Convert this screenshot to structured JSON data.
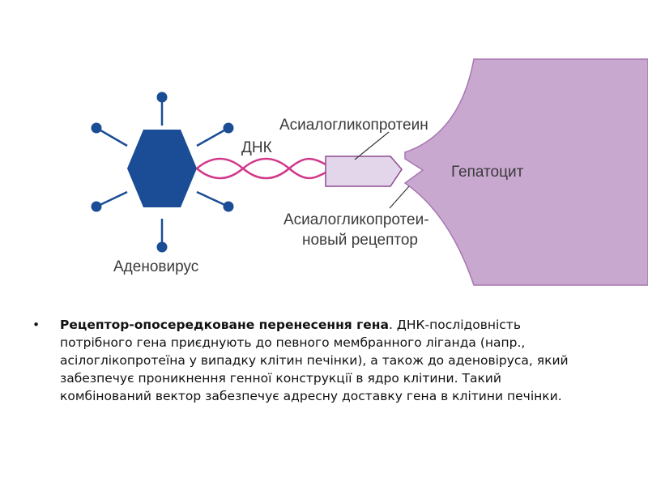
{
  "diagram": {
    "labels": {
      "adenovirus": "Аденовирус",
      "dna": "ДНК",
      "asialoglycoprotein": "Асиалогликопротеин",
      "hepatocyte": "Гепатоцит",
      "receptor_line1": "Асиалогликопротеи-",
      "receptor_line2": "новый рецептор"
    },
    "colors": {
      "adenovirus": "#1a4d95",
      "dna_strand": "#d2388a",
      "protein_fill": "#e4d6ea",
      "protein_stroke": "#8d4a90",
      "hepatocyte_fill": "#c9a8d0",
      "hepatocyte_stroke": "#a776b1"
    },
    "icons": [
      "adenovirus-hexagon-icon",
      "dna-double-helix-icon",
      "ligand-arrow-icon",
      "receptor-notch-icon"
    ]
  },
  "caption": {
    "bullet": "•",
    "bold_text": "Рецептор-опосередковане перенесення гена",
    "body_text": ".  ДНК-послідовність потрібного гена приєднують до певного мембранного ліганда (напр., асілоглікопротеїна у випадку клітин печінки), а також до аденовіруса, який забезпечує проникнення генної конструкції в ядро клітини. Такий комбінований вектор забезпечує адресну доставку гена в клітини печінки."
  }
}
